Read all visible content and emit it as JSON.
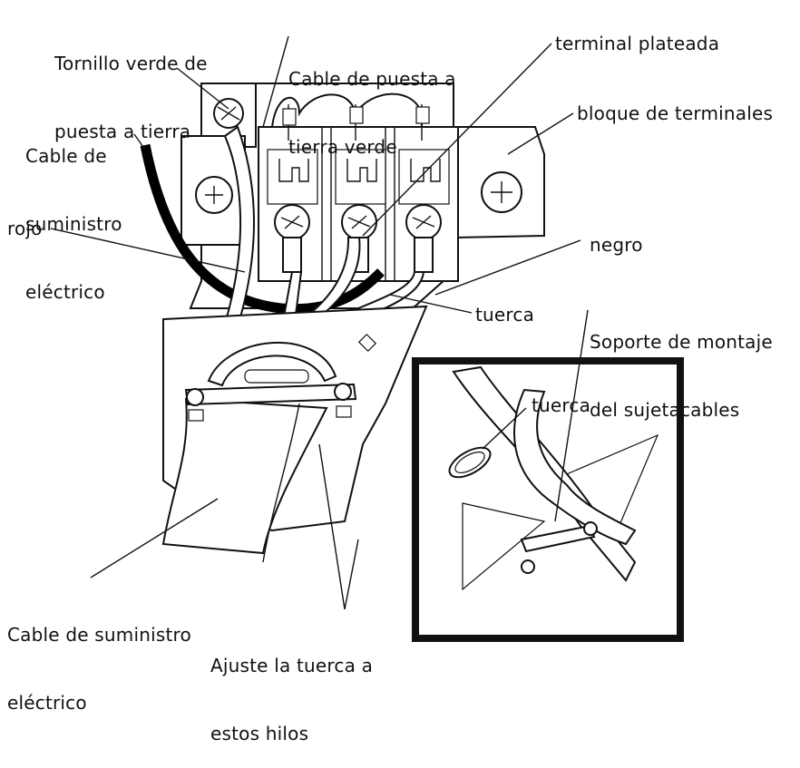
{
  "labels": {
    "ground_screw": [
      "Tornillo verde de",
      "puesta a tierra"
    ],
    "ground_wire": [
      "Cable de puesta a",
      "tierra verde"
    ],
    "silver_terminal": "terminal plateada",
    "power_cable_top": [
      "Cable de",
      "suministro",
      "eléctrico"
    ],
    "terminal_block": "bloque de terminales",
    "red": "rojo",
    "black": "negro",
    "nut_main": "tuerca",
    "clamp_bracket": [
      "Soporte de montaje",
      "del sujetacables"
    ],
    "nut_inset": "tuerca",
    "power_cable_bottom": [
      "Cable de suministro",
      "eléctrico"
    ],
    "tighten_nut": [
      "Ajuste la tuerca a",
      "estos hilos"
    ]
  },
  "colors": {
    "ink": "#111111",
    "background": "#ffffff",
    "cable_black": "#000000"
  }
}
